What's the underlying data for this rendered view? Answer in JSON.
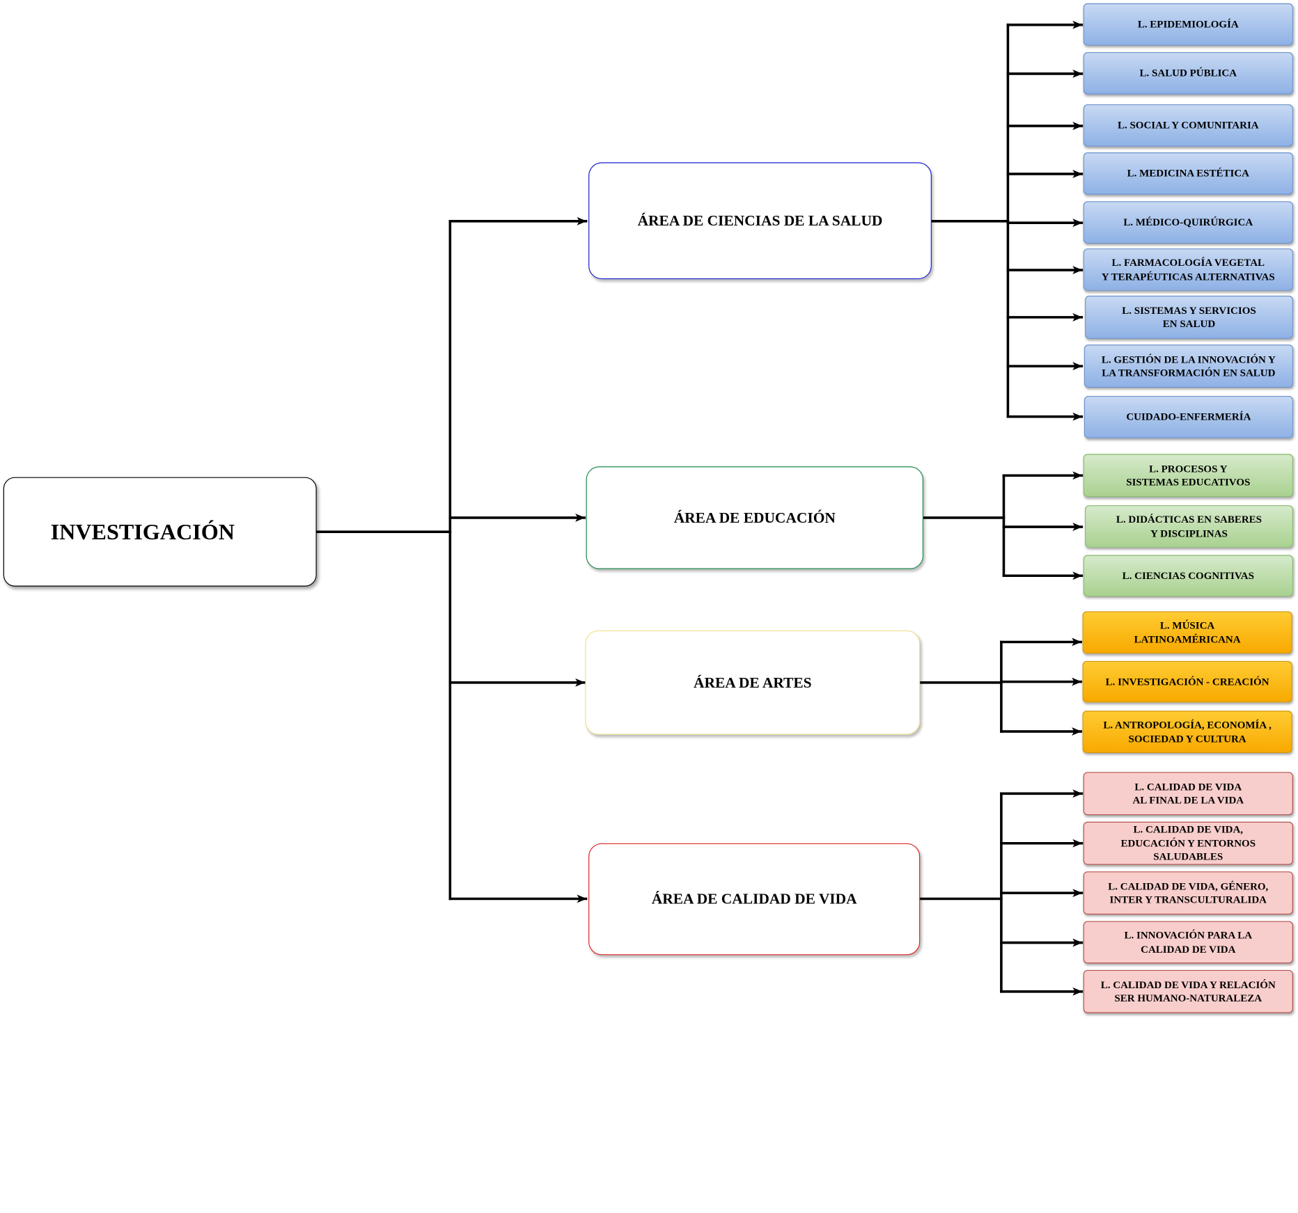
{
  "root": {
    "label": "INVESTIGACIÓN"
  },
  "areas": [
    {
      "label": "ÁREA DE CIENCIAS DE LA  SALUD",
      "color": "#1a1fd0",
      "lines": [
        "L. EPIDEMIOLOGÍA",
        "L. SALUD PÚBLICA",
        "L. SOCIAL Y COMUNITARIA",
        "L. MEDICINA ESTÉTICA",
        "L. MÉDICO-QUIRÚRGICA",
        "L. FARMACOLOGÍA VEGETAL\nY TERAPÉUTICAS ALTERNATIVAS",
        "L. SISTEMAS Y SERVICIOS\nEN SALUD",
        "L. GESTIÓN DE LA INNOVACIÓN Y\nLA TRANSFORMACIÓN EN SALUD",
        "CUIDADO-ENFERMERÍA"
      ]
    },
    {
      "label": "ÁREA DE EDUCACIÓN",
      "color": "#1f8a4c",
      "lines": [
        "L. PROCESOS Y\nSISTEMAS EDUCATIVOS",
        "L. DIDÁCTICAS EN SABERES\nY DISCIPLINAS",
        "L. CIENCIAS COGNITIVAS"
      ]
    },
    {
      "label": "ÁREA DE ARTES",
      "color": "#f0e08a",
      "lines": [
        "L. MÚSICA\nLATINOAMÉRICANA",
        "L. INVESTIGACIÓN - CREACIÓN",
        "L. ANTROPOLOGÍA, ECONOMÍA ,\nSOCIEDAD Y CULTURA"
      ]
    },
    {
      "label": "ÁREA DE CALIDAD DE VIDA",
      "color": "#e02424",
      "lines": [
        "L. CALIDAD DE VIDA\nAL FINAL DE LA VIDA",
        "L. CALIDAD DE VIDA,\nEDUCACIÓN  Y ENTORNOS\nSALUDABLES",
        "L. CALIDAD DE VIDA, GÉNERO,\nINTER  Y TRANSCULTURALIDA",
        "L. INNOVACIÓN PARA LA\nCALIDAD DE VIDA",
        "L. CALIDAD DE VIDA Y RELACIÓN\nSER HUMANO-NATURALEZA"
      ]
    }
  ]
}
